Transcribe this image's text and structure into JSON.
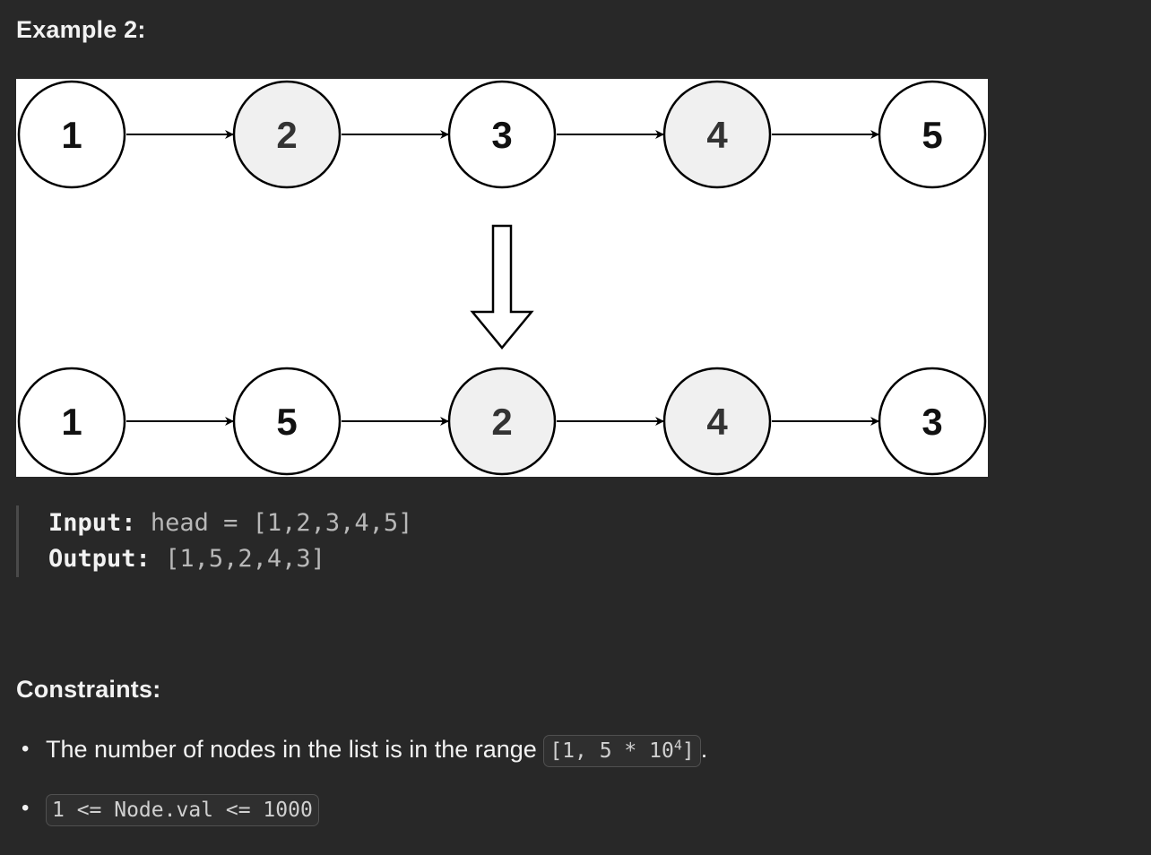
{
  "example": {
    "heading": "Example 2:",
    "diagram": {
      "before": [
        {
          "value": "1",
          "highlight": false
        },
        {
          "value": "2",
          "highlight": true
        },
        {
          "value": "3",
          "highlight": false
        },
        {
          "value": "4",
          "highlight": true
        },
        {
          "value": "5",
          "highlight": false
        }
      ],
      "after": [
        {
          "value": "1",
          "highlight": false
        },
        {
          "value": "5",
          "highlight": false
        },
        {
          "value": "2",
          "highlight": true
        },
        {
          "value": "4",
          "highlight": true
        },
        {
          "value": "3",
          "highlight": false
        }
      ]
    },
    "input_label": "Input:",
    "input_value": "head = [1,2,3,4,5]",
    "output_label": "Output:",
    "output_value": "[1,5,2,4,3]"
  },
  "constraints": {
    "heading": "Constraints:",
    "items": [
      {
        "text": "The number of nodes in the list is in the range ",
        "code": "[1, 5 * 10",
        "code_sup": "4",
        "code_end": "]",
        "suffix": "."
      },
      {
        "code": "1 <= Node.val <= 1000"
      }
    ]
  },
  "colors": {
    "background": "#282828",
    "highlight_node": "#f0f0f0",
    "plain_node": "#ffffff",
    "stroke": "#000000"
  }
}
